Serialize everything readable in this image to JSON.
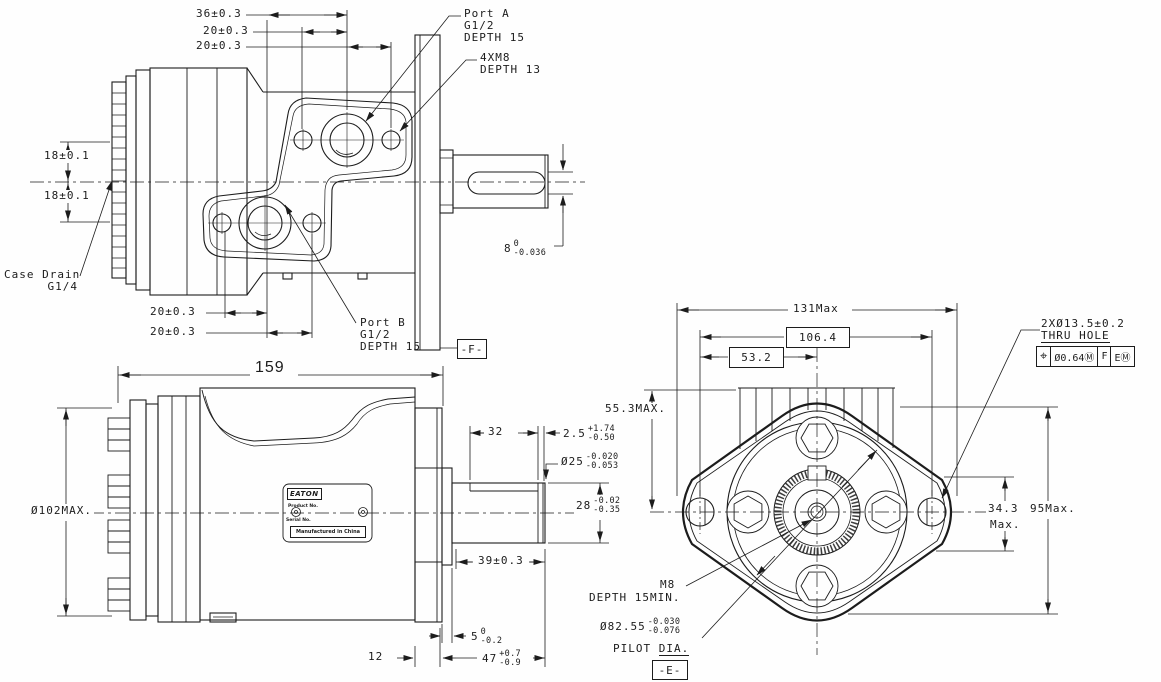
{
  "top_view": {
    "dim_36": "36±0.3",
    "dim_20_1": "20±0.3",
    "dim_20_2": "20±0.3",
    "dim_18_1": "18±0.1",
    "dim_18_2": "18±0.1",
    "case_drain": {
      "line1": "Case Drain",
      "line2": "G1/4"
    },
    "port_a": {
      "line1": "Port A",
      "line2": "G1/2",
      "line3": "DEPTH 15"
    },
    "bolt_callout": {
      "line1": "4XM8",
      "line2": "DEPTH 13"
    },
    "port_b": {
      "line1": "Port B",
      "line2": "G1/2",
      "line3": "DEPTH 15"
    },
    "dim_20_3": "20±0.3",
    "dim_20_4": "20±0.3",
    "keyway_width": {
      "nominal": "8",
      "upper": "0",
      "lower": "-0.036"
    },
    "datum_f": "-F-"
  },
  "bottom_view": {
    "dim_159": "159",
    "dia_102": "Ø102MAX.",
    "dim_32": "32",
    "dim_2_5": {
      "nominal": "2.5",
      "upper": "+1.74",
      "lower": "-0.50"
    },
    "dia_25": {
      "nominal": "Ø25",
      "upper": "-0.020",
      "lower": "-0.053"
    },
    "dim_28": {
      "nominal": "28",
      "upper": "-0.02",
      "lower": "-0.35"
    },
    "dim_39": "39±0.3",
    "dim_5": {
      "nominal": "5",
      "upper": "0",
      "lower": "-0.2"
    },
    "dim_12": "12",
    "dim_47": {
      "nominal": "47",
      "upper": "+0.7",
      "lower": "-0.9"
    },
    "nameplate": {
      "brand": "EATON",
      "product": "Product No.",
      "serial": "Serial No.",
      "origin": "Manufactured in China"
    }
  },
  "end_view": {
    "dim_131": "131Max",
    "dim_106": "106.4",
    "dim_53": "53.2",
    "dim_55": "55.3MAX.",
    "thru_hole": {
      "line1": "2XØ13.5±0.2",
      "line2": "THRU HOLE"
    },
    "gdt": {
      "symbol": "⌖",
      "tolerance": "Ø0.64Ⓜ",
      "datum1": "F",
      "datum2": "EⓂ"
    },
    "dim_34": {
      "value": "34.3",
      "suffix": "Max."
    },
    "dim_95": "95Max.",
    "m8": {
      "line1": "M8",
      "line2": "DEPTH 15MIN."
    },
    "pilot": {
      "nominal": "Ø82.55",
      "upper": "-0.030",
      "lower": "-0.076",
      "label1": "PILOT",
      "label2": "DIA."
    },
    "datum_e": "-E-"
  }
}
